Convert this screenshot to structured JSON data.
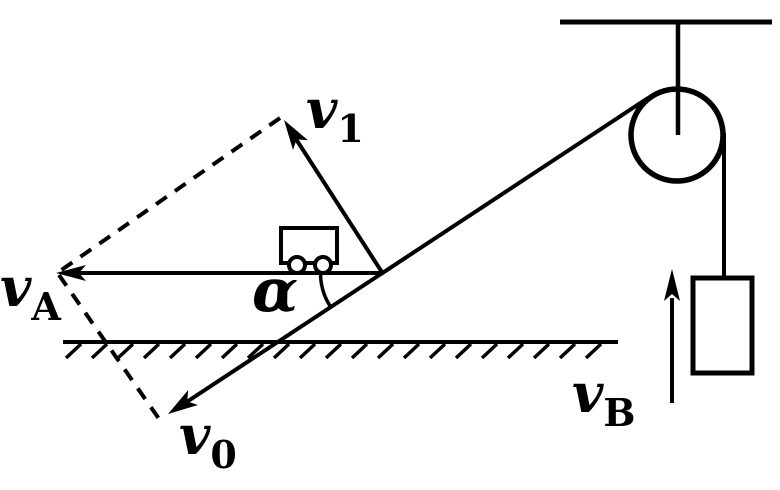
{
  "figure_labels": {
    "v1": {
      "base": "v",
      "sub": "1"
    },
    "vA": {
      "base": "v",
      "sub": "A"
    },
    "v0": {
      "base": "v",
      "sub": "0"
    },
    "vB": {
      "base": "v",
      "sub": "B"
    },
    "alpha": {
      "text": "α"
    }
  },
  "colors": {
    "ink": "#000000",
    "background": "#ffffff"
  }
}
